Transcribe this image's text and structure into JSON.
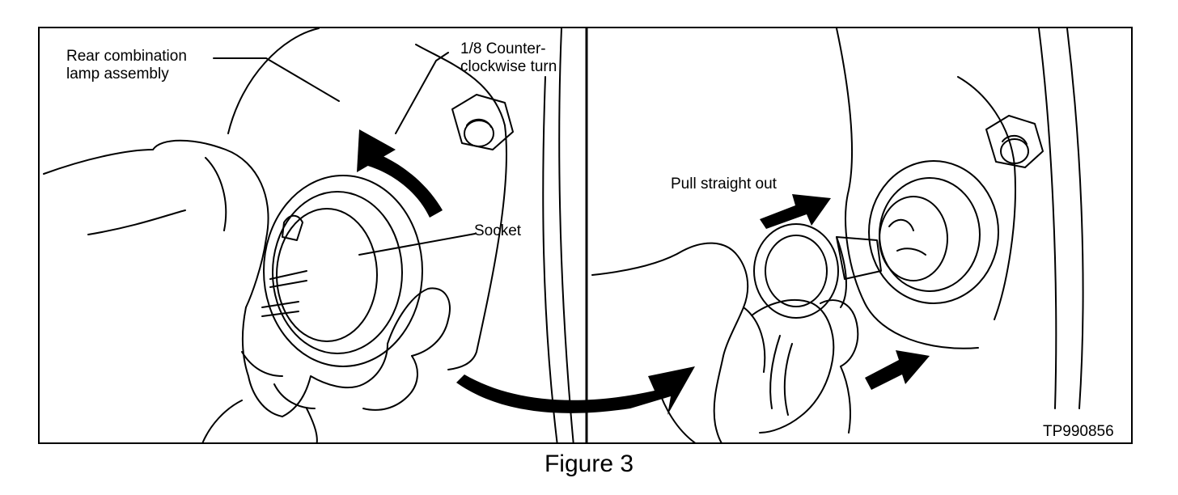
{
  "figure": {
    "caption": "Figure 3",
    "code": "TP990856",
    "labels": {
      "rear_lamp_line1": "Rear combination",
      "rear_lamp_line2": "lamp assembly",
      "turn_line1": "1/8 Counter-",
      "turn_line2": "clockwise turn",
      "socket": "Socket",
      "pull_out": "Pull straight out"
    }
  }
}
